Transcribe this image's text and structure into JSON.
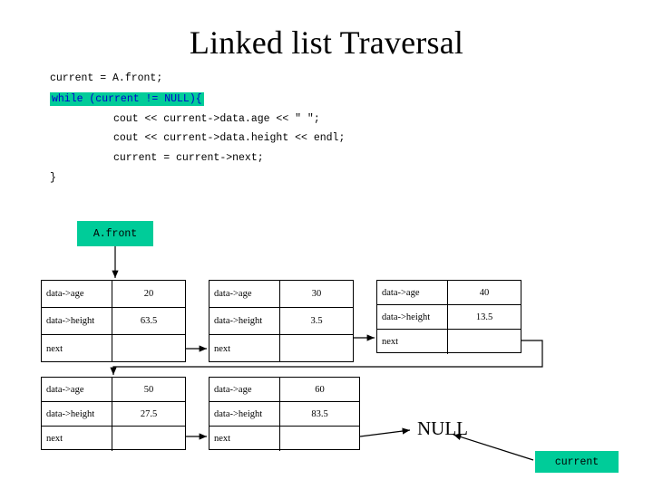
{
  "title": "Linked list Traversal",
  "code": {
    "lines": [
      {
        "text": "current = A.front;",
        "highlight": false
      },
      {
        "text": "while (current != NULL){",
        "highlight": true
      },
      {
        "text": "cout << current->data.age << \" \";",
        "highlight": false
      },
      {
        "text": "cout << current->data.height << endl;",
        "highlight": false
      },
      {
        "text": "current = current->next;",
        "highlight": false
      },
      {
        "text": "}",
        "highlight": false
      }
    ]
  },
  "labels": {
    "a_front": "A.front",
    "current": "current",
    "null_text": "NULL"
  },
  "node_fields": {
    "age_label": "data->age",
    "height_label": "data->height",
    "next_label": "next"
  },
  "nodes": [
    {
      "age": "20",
      "height": "63.5",
      "next": ""
    },
    {
      "age": "30",
      "height": "3.5",
      "next": ""
    },
    {
      "age": "40",
      "height": "13.5",
      "next": ""
    },
    {
      "age": "50",
      "height": "27.5",
      "next": ""
    },
    {
      "age": "60",
      "height": "83.5",
      "next": ""
    }
  ],
  "colors": {
    "highlight_bg": "#00cc99",
    "highlight_fg": "#0000cc",
    "line": "#000000",
    "background": "#ffffff"
  }
}
